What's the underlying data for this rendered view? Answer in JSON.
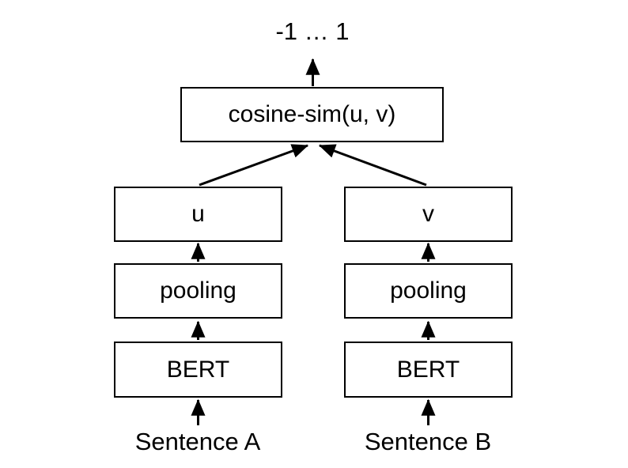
{
  "diagram": {
    "output_range_label": "-1 … 1",
    "similarity_box_label": "cosine-sim(u, v)",
    "left_branch": {
      "vector_label": "u",
      "pooling_label": "pooling",
      "encoder_label": "BERT",
      "input_label": "Sentence A"
    },
    "right_branch": {
      "vector_label": "v",
      "pooling_label": "pooling",
      "encoder_label": "BERT",
      "input_label": "Sentence B"
    }
  },
  "colors": {
    "stroke": "#000000",
    "text": "#000000",
    "background": "#ffffff",
    "box_fill": "#ffffff"
  }
}
